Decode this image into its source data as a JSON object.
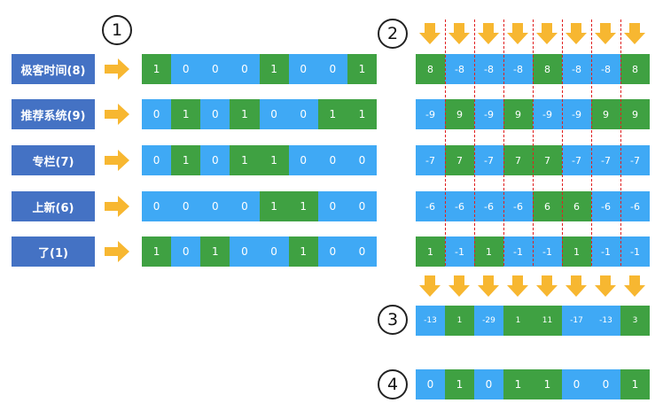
{
  "steps": [
    "1",
    "2",
    "3",
    "4"
  ],
  "colors": {
    "positive": "#3fa142",
    "negative": "#3fa9f5",
    "label_bg": "#4472c4",
    "arrow": "#f7b731",
    "divider": "#e02020"
  },
  "icons": {
    "right_arrow": "right-arrow-icon",
    "down_arrow": "down-arrow-icon"
  },
  "words": [
    {
      "label": "极客时间(8)",
      "bits": [
        1,
        0,
        0,
        0,
        1,
        0,
        0,
        1
      ],
      "weights": [
        8,
        -8,
        -8,
        -8,
        8,
        -8,
        -8,
        8
      ]
    },
    {
      "label": "推荐系统(9)",
      "bits": [
        0,
        1,
        0,
        1,
        0,
        0,
        1,
        1
      ],
      "weights": [
        -9,
        9,
        -9,
        9,
        -9,
        -9,
        9,
        9
      ]
    },
    {
      "label": "专栏(7)",
      "bits": [
        0,
        1,
        0,
        1,
        1,
        0,
        0,
        0
      ],
      "weights": [
        -7,
        7,
        -7,
        7,
        7,
        -7,
        -7,
        -7
      ]
    },
    {
      "label": "上新(6)",
      "bits": [
        0,
        0,
        0,
        0,
        1,
        1,
        0,
        0
      ],
      "weights": [
        -6,
        -6,
        -6,
        -6,
        6,
        6,
        -6,
        -6
      ]
    },
    {
      "label": "了(1)",
      "bits": [
        1,
        0,
        1,
        0,
        0,
        1,
        0,
        0
      ],
      "weights": [
        1,
        -1,
        1,
        -1,
        -1,
        1,
        -1,
        -1
      ]
    }
  ],
  "sums": [
    -13,
    1,
    -29,
    1,
    11,
    -17,
    -13,
    3
  ],
  "fingerprint": [
    0,
    1,
    0,
    1,
    1,
    0,
    0,
    1
  ]
}
